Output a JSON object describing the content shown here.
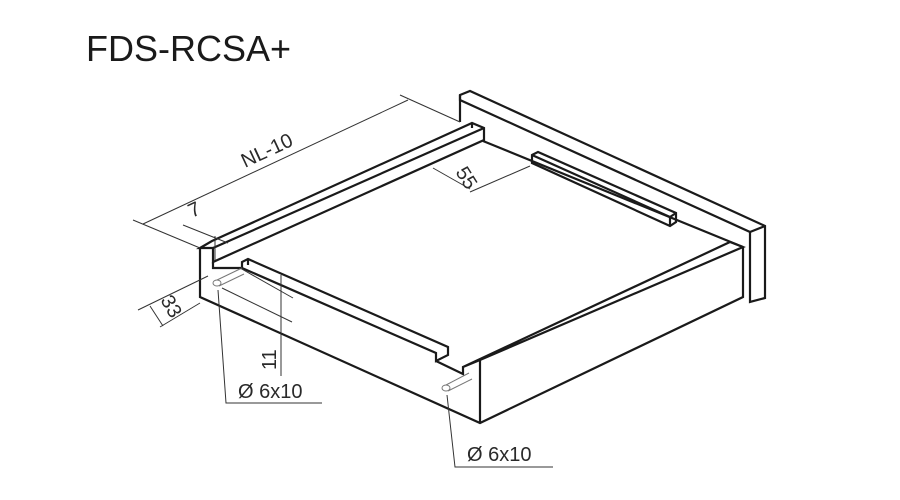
{
  "title": "FDS-RCSA+",
  "dimensions": {
    "length": "NL-10",
    "rail_gap": "55",
    "edge_offset": "7",
    "height": "33",
    "hole_height": "11",
    "hole_left": "Ø 6x10",
    "hole_right": "Ø 6x10"
  },
  "colors": {
    "line": "#1a1a1a",
    "background": "#ffffff"
  }
}
